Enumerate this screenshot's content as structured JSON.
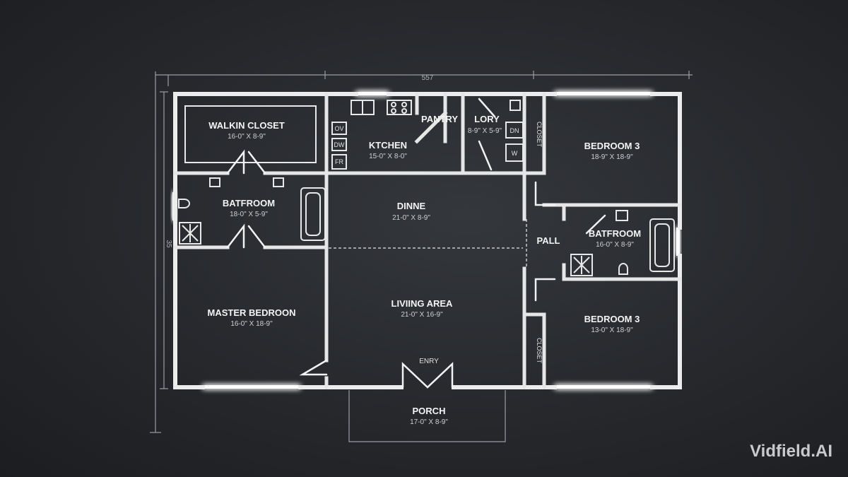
{
  "dimensions": {
    "width": "557",
    "height": "35"
  },
  "rooms": {
    "walkin_closet": {
      "name": "WALKIN CLOSET",
      "size": "16-0\" X 8-9\""
    },
    "kitchen": {
      "name": "KTCHEN",
      "size": "15-0\" X 8-0\""
    },
    "pantry": {
      "name": "PANTRY"
    },
    "laundry": {
      "name": "LORY",
      "size": "8-9\" X 5-9\""
    },
    "bedroom_top": {
      "name": "BEDROOM 3",
      "size": "18-9\" X 18-9\""
    },
    "bath_left": {
      "name": "BATFROOM",
      "size": "18-0\" X 5-9\""
    },
    "dining": {
      "name": "DINNE",
      "size": "21-0\" X 8-9\""
    },
    "hall": {
      "name": "PALL"
    },
    "bath_right": {
      "name": "BATFROOM",
      "size": "16-0\" X 8-9\""
    },
    "master": {
      "name": "MASTER BEDROON",
      "size": "16-0\" X 18-9\""
    },
    "living": {
      "name": "LIVIING AREA",
      "size": "21-0\" X 16-9\""
    },
    "bedroom_bottom": {
      "name": "BEDROOM 3",
      "size": "13-0\" X 18-9\""
    },
    "entry": {
      "name": "ENRY"
    },
    "porch": {
      "name": "PORCH",
      "size": "17-0\" X 8-9\""
    }
  },
  "labels": {
    "kitchen_ov1": "OV",
    "kitchen_dw": "DW",
    "kitchen_fr": "FR",
    "laundry_dn": "DN",
    "laundry_w": "W",
    "closet_top": "CLOSET",
    "closet_bottom": "CLOSET"
  },
  "watermark": "Vidfield.AI"
}
